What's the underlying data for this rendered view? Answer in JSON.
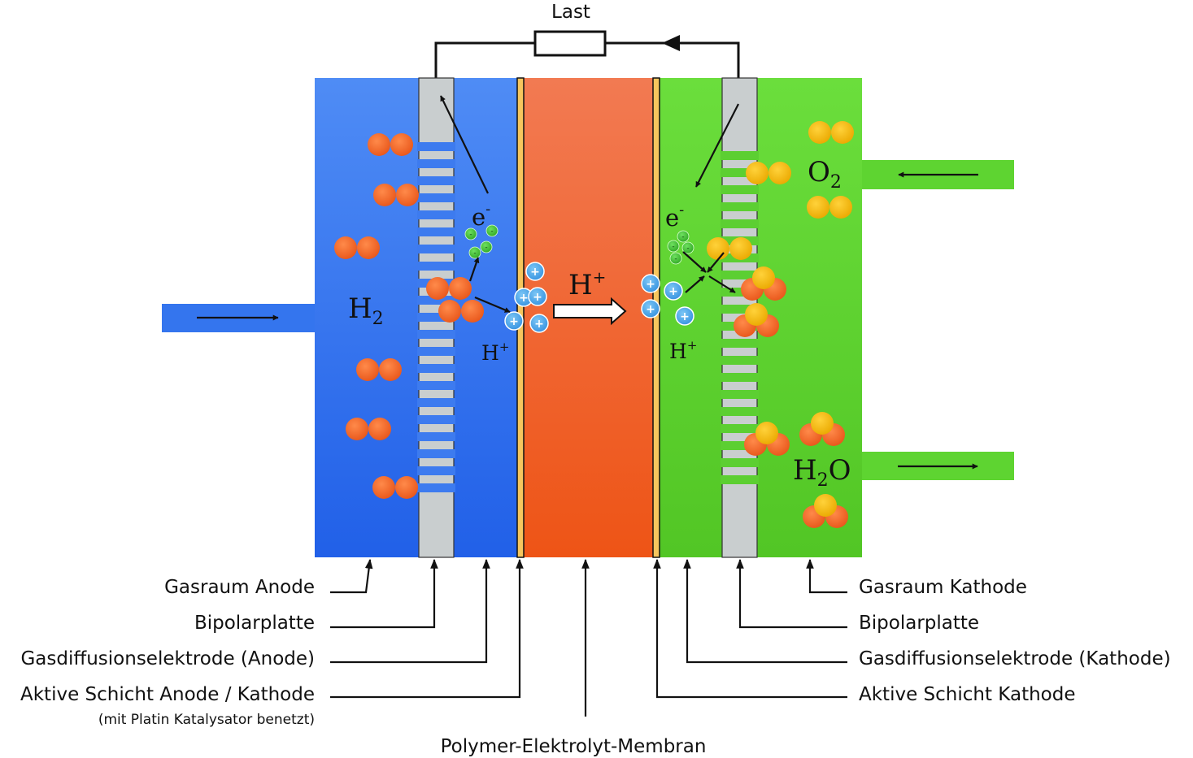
{
  "load": {
    "label": "Last"
  },
  "species": {
    "h2": {
      "main": "H",
      "sub": "2"
    },
    "o2": {
      "main": "O",
      "sub": "2"
    },
    "h2o": {
      "pre": "H",
      "sub": "2",
      "post": "O"
    },
    "hplus": {
      "main": "H",
      "sup": "+"
    },
    "eminus": {
      "main": "e",
      "sup": "-"
    },
    "plus_sign": "+",
    "minus_sign": "-"
  },
  "labels_left": {
    "gasraum_anode": "Gasraum Anode",
    "bipolarplatte": "Bipolarplatte",
    "gde_anode": "Gasdiffusionselektrode (Anode)",
    "aktive_schicht": "Aktive Schicht Anode / Kathode",
    "aktive_schicht_note": "(mit Platin Katalysator benetzt)"
  },
  "labels_right": {
    "gasraum_kathode": "Gasraum Kathode",
    "bipolarplatte": "Bipolarplatte",
    "gde_kathode": "Gasdiffusionselektrode (Kathode)",
    "aktive_schicht_kathode": "Aktive Schicht Kathode"
  },
  "labels_bottom": {
    "membran": "Polymer-Elektrolyt-Membran"
  },
  "colors": {
    "anode_blue": "#3a7ef0",
    "cathode_green": "#5ed431",
    "membrane_orange": "#f2682e",
    "plate_gray": "#c9cecf",
    "catalyst_yellow": "#f6c65e",
    "h_atom_orange": "#f06522",
    "o_atom_yellow": "#f5b800",
    "proton_blue": "#4aa6ea",
    "electron_green": "#3cb82c"
  }
}
